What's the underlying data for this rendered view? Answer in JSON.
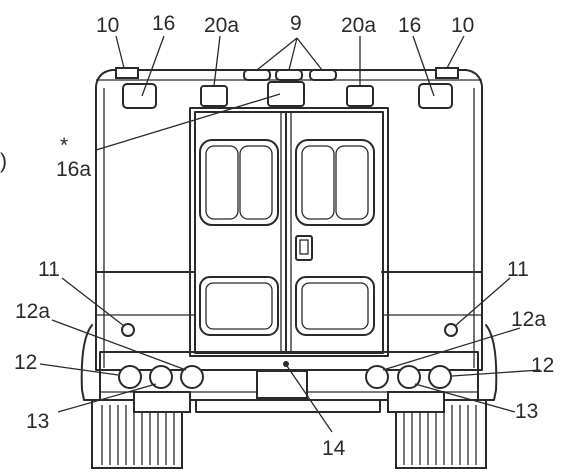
{
  "labels": {
    "l10_left": "10",
    "l16_left": "16",
    "l20a_left": "20a",
    "l9": "9",
    "l20a_right": "20a",
    "l16_right": "16",
    "l10_right": "10",
    "l16a_star": "*",
    "l16a": "16a",
    "paren": ")",
    "l11_left": "11",
    "l11_right": "11",
    "l12a_left": "12a",
    "l12a_right": "12a",
    "l12_left": "12",
    "l12_right": "12",
    "l13_left": "13",
    "l13_right": "13",
    "l14": "14"
  }
}
